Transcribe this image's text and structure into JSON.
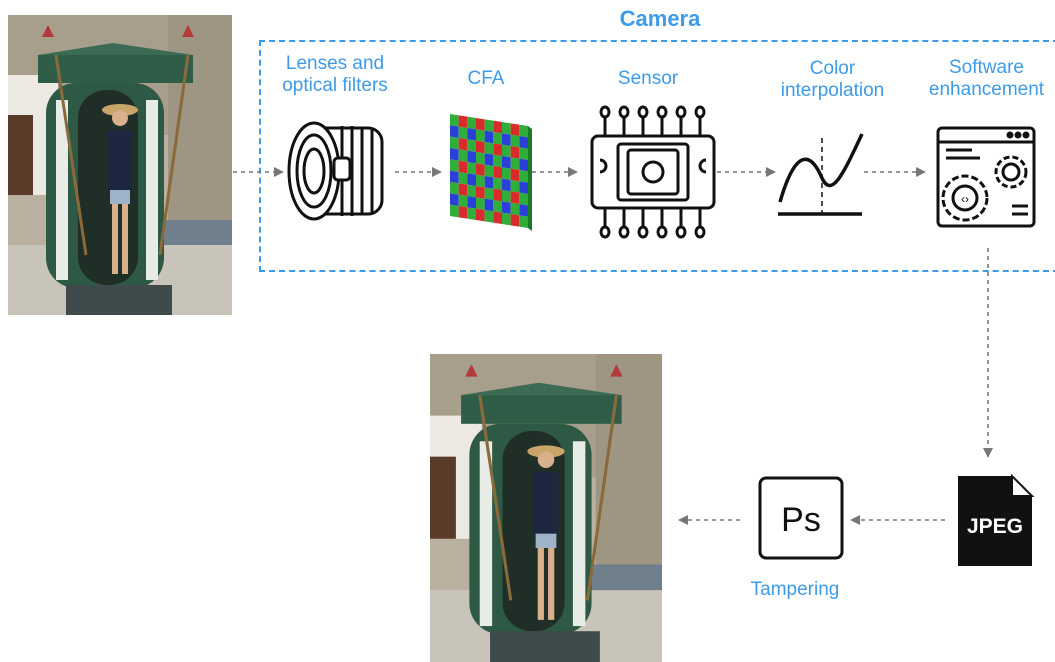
{
  "camera": {
    "title": "Camera"
  },
  "stages": [
    {
      "label": "Lenses and optical filters",
      "icon": "camera-lens-icon"
    },
    {
      "label": "CFA",
      "icon": "color-filter-array-icon"
    },
    {
      "label": "Sensor",
      "icon": "image-sensor-chip-icon"
    },
    {
      "label": "Color interpolation",
      "icon": "interpolation-curve-icon"
    },
    {
      "label": "Software enhancement",
      "icon": "software-gears-icon"
    }
  ],
  "jpeg": {
    "text": "JPEG",
    "icon": "jpeg-file-icon"
  },
  "tampering": {
    "label": "Tampering",
    "ps_text": "Ps",
    "icon": "photoshop-icon"
  },
  "photos": {
    "original": "original-photo",
    "tampered": "tampered-photo"
  },
  "colors": {
    "accent": "#3d9be9",
    "arrow": "#777777",
    "icon": "#111111"
  }
}
